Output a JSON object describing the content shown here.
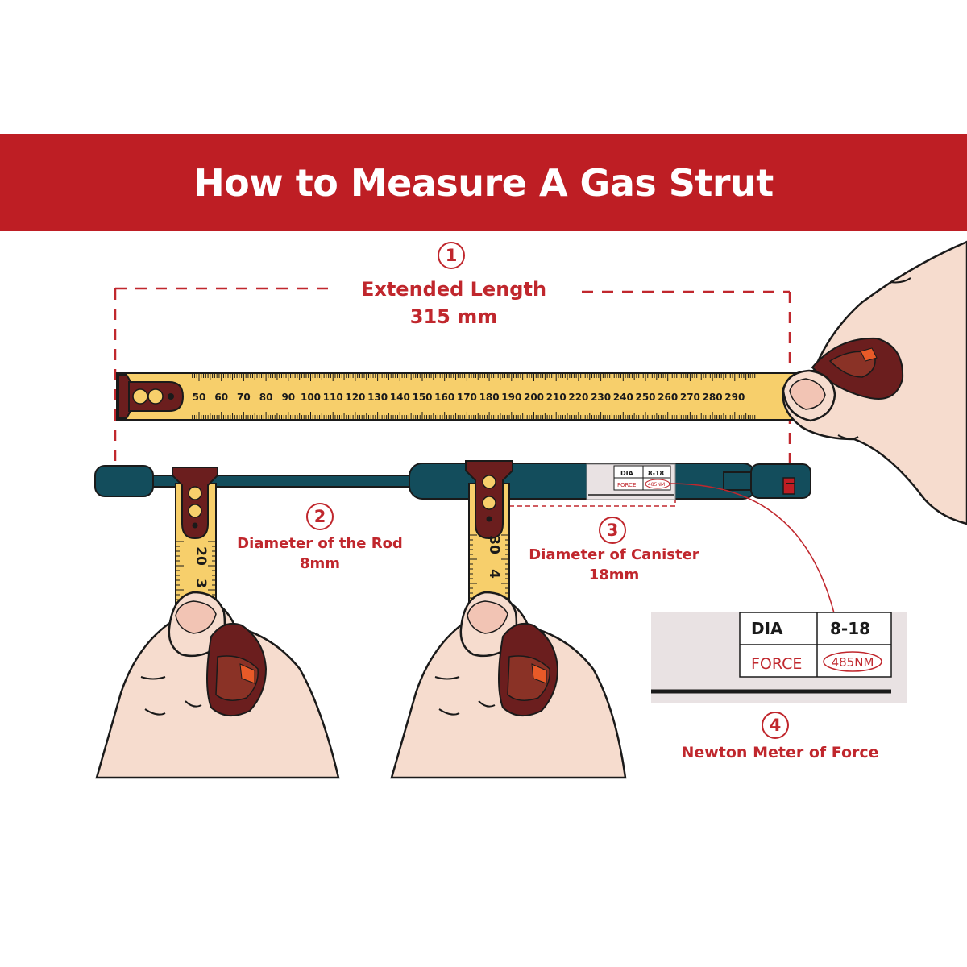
{
  "title": "How to Measure A Gas Strut",
  "colors": {
    "brand_red": "#be1e24",
    "label_red": "#c0272d",
    "tape_yellow": "#f7cf6b",
    "strut_teal": "#134d5c",
    "tape_clip_brown": "#6b1e1e",
    "skin": "#f6dcce"
  },
  "steps": [
    {
      "number": "1",
      "label": "Extended Length",
      "value": "315 mm"
    },
    {
      "number": "2",
      "label": "Diameter of the Rod",
      "value": "8mm"
    },
    {
      "number": "3",
      "label": "Diameter of Canister",
      "value": "18mm"
    },
    {
      "number": "4",
      "label": "Newton Meter of Force",
      "value": ""
    }
  ],
  "tape_ticks": [
    "50",
    "60",
    "70",
    "80",
    "90",
    "100",
    "110",
    "120",
    "130",
    "140",
    "150",
    "160",
    "170",
    "180",
    "190",
    "200",
    "210",
    "220",
    "230",
    "240",
    "250",
    "260",
    "270",
    "280",
    "290"
  ],
  "rod_tape_marks": [
    "20",
    "3"
  ],
  "canister_tape_marks": [
    "30",
    "4"
  ],
  "strut_label": {
    "dia_label": "DIA",
    "dia_value": "8-18",
    "force_label": "FORCE",
    "force_value": "485NM"
  },
  "zoom_label": {
    "dia_label": "DIA",
    "dia_value": "8-18",
    "force_label": "FORCE",
    "force_value": "485NM"
  },
  "icons": [
    "tape-measure-icon",
    "hand-icon",
    "gas-strut-icon",
    "label-plate-icon"
  ]
}
